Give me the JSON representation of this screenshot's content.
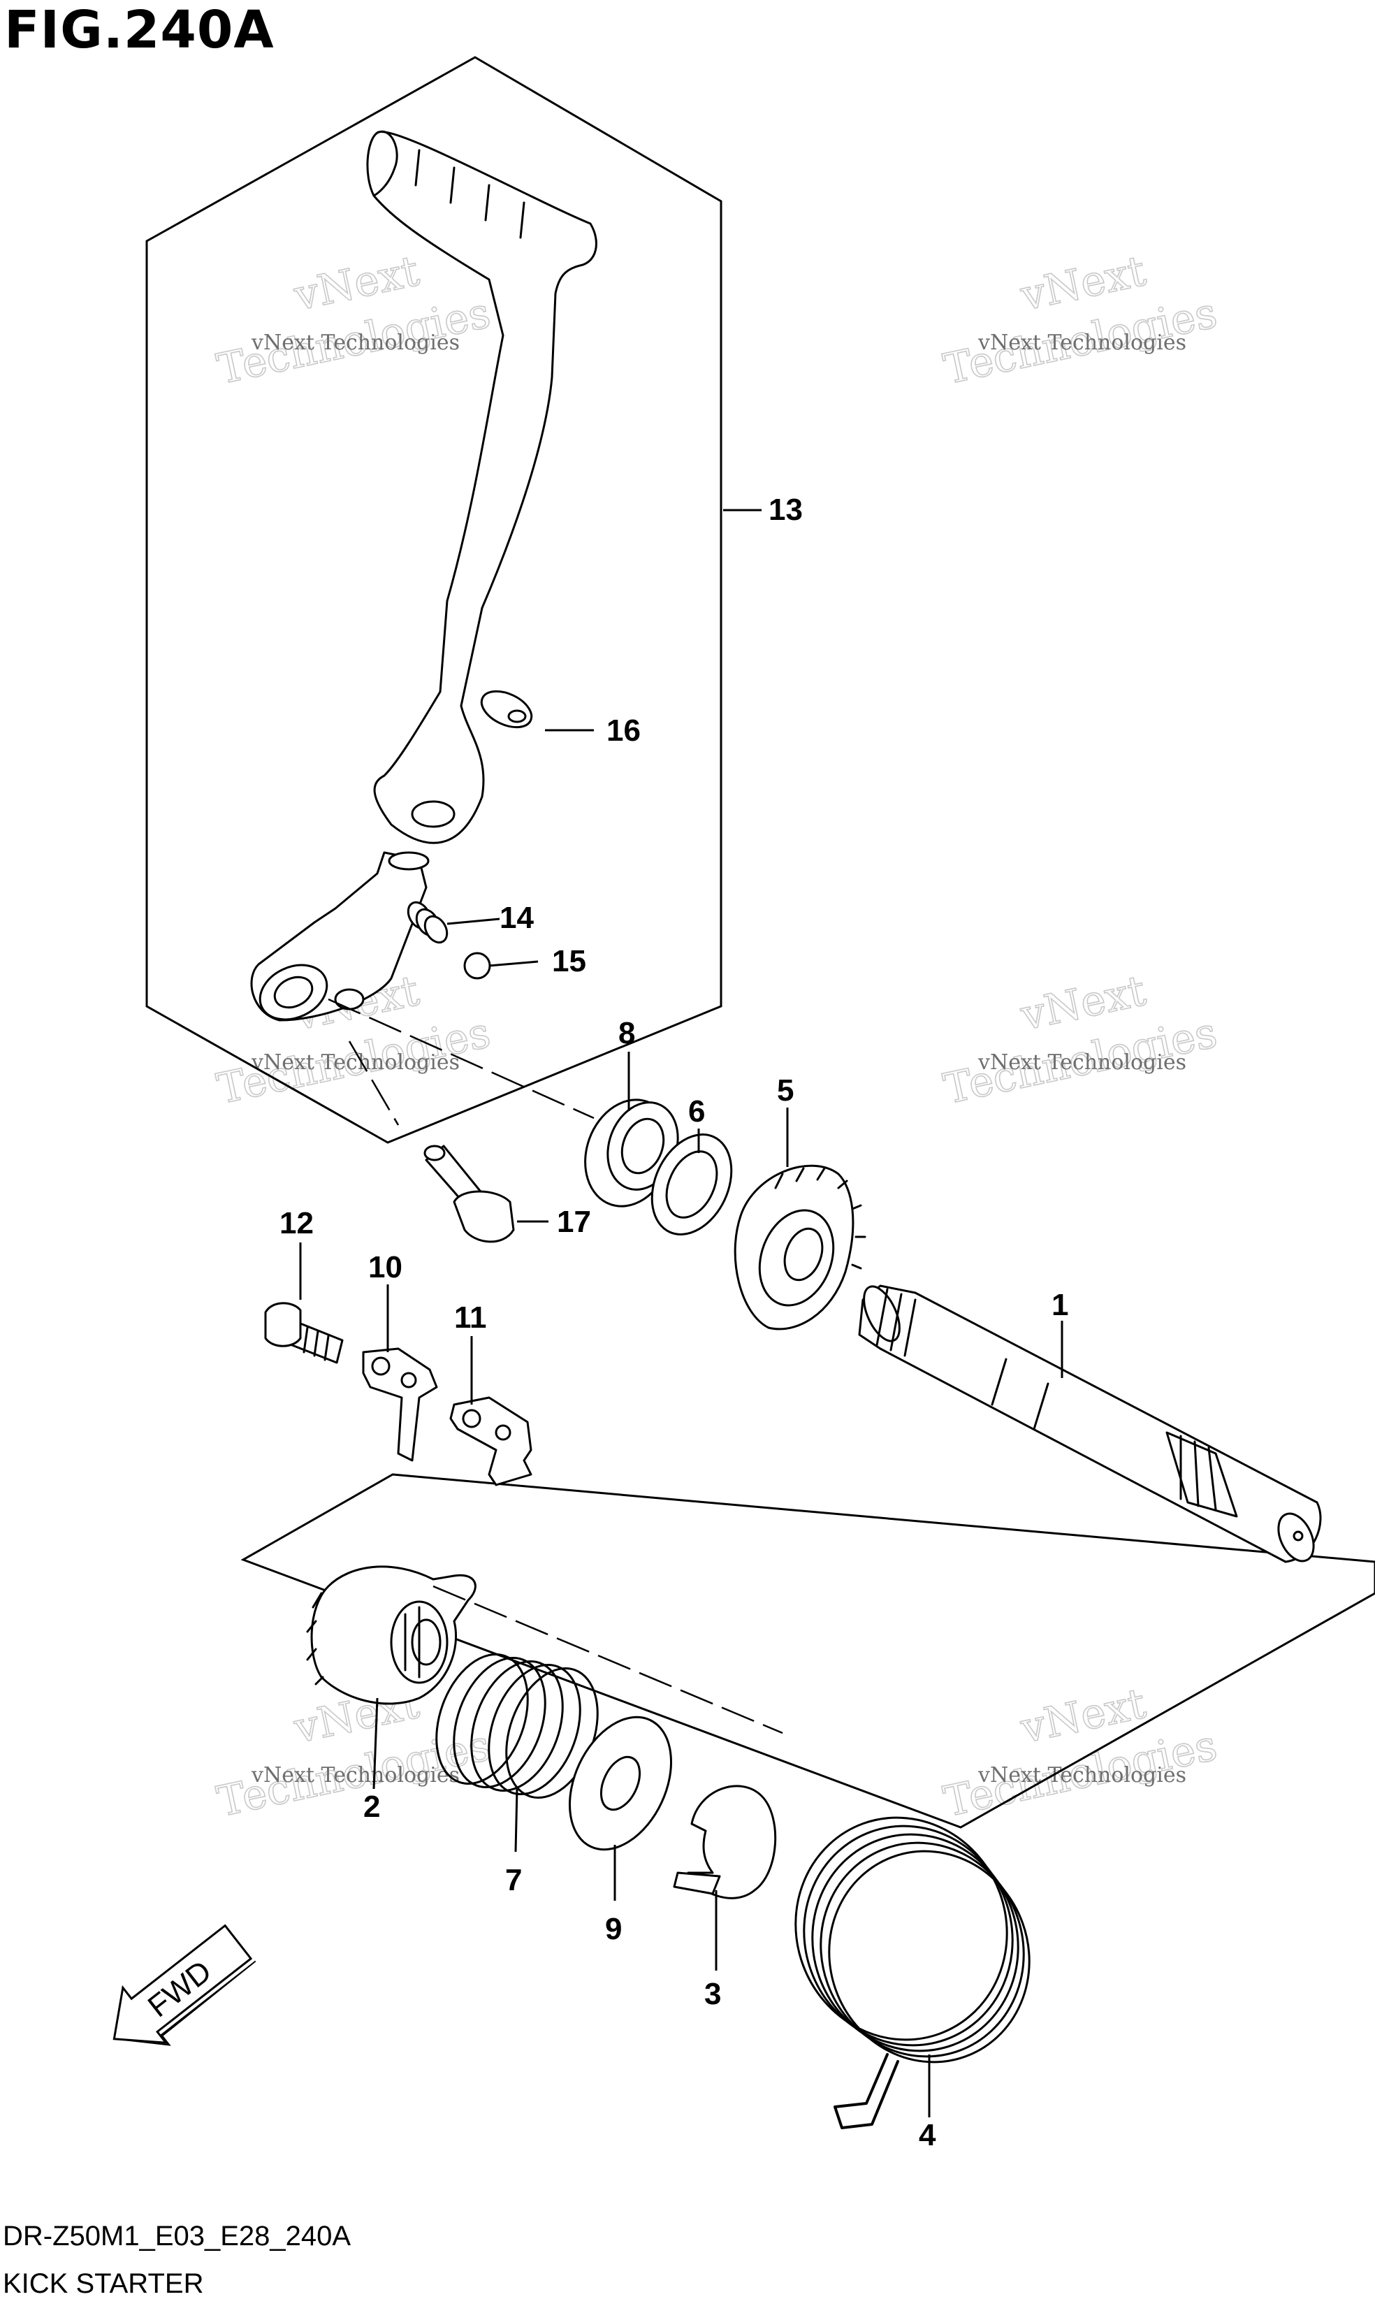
{
  "figure": {
    "title": "FIG.240A",
    "code": "DR-Z50M1_E03_E28_240A",
    "name": "KICK STARTER"
  },
  "callouts": [
    {
      "id": "c1",
      "label": "1"
    },
    {
      "id": "c2",
      "label": "2"
    },
    {
      "id": "c3",
      "label": "3"
    },
    {
      "id": "c4",
      "label": "4"
    },
    {
      "id": "c5",
      "label": "5"
    },
    {
      "id": "c6",
      "label": "6"
    },
    {
      "id": "c7",
      "label": "7"
    },
    {
      "id": "c8",
      "label": "8"
    },
    {
      "id": "c9",
      "label": "9"
    },
    {
      "id": "c10",
      "label": "10"
    },
    {
      "id": "c11",
      "label": "11"
    },
    {
      "id": "c12",
      "label": "12"
    },
    {
      "id": "c13",
      "label": "13"
    },
    {
      "id": "c14",
      "label": "14"
    },
    {
      "id": "c15",
      "label": "15"
    },
    {
      "id": "c16",
      "label": "16"
    },
    {
      "id": "c17",
      "label": "17"
    }
  ],
  "fwd_label": "FWD",
  "watermark": {
    "line1": "vNext Technologies",
    "line2": "vNext",
    "line3": "Technologies"
  }
}
